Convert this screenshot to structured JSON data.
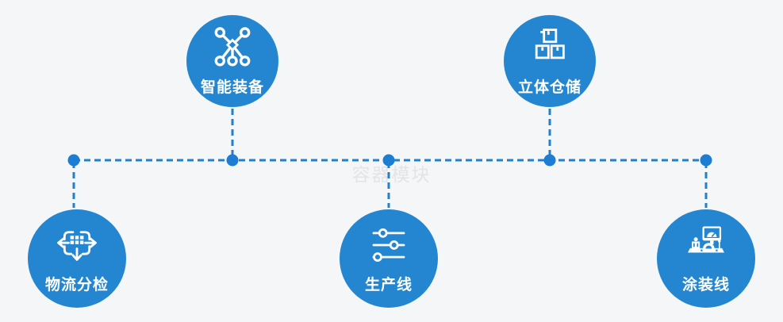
{
  "page": {
    "watermark": "容器模块"
  },
  "colors": {
    "page_bg": "#f5f6f7",
    "node_fill": "#2486d1",
    "connector": "#2280cd",
    "junction_dot": "#1d7dd2",
    "label_text": "#ffffff",
    "watermark_text": "#e4e4e7"
  },
  "nodes": [
    {
      "label": "智能装备",
      "icon": "network-nodes-icon",
      "position": "top-left"
    },
    {
      "label": "立体仓储",
      "icon": "stacked-boxes-icon",
      "position": "top-right"
    },
    {
      "label": "物流分检",
      "icon": "distribute-arrows-icon",
      "position": "bottom-left"
    },
    {
      "label": "生产线",
      "icon": "sliders-icon",
      "position": "bottom-center"
    },
    {
      "label": "涂装线",
      "icon": "control-console-icon",
      "position": "bottom-right"
    }
  ],
  "connector": {
    "style": "dashed",
    "junction_count": 5
  }
}
